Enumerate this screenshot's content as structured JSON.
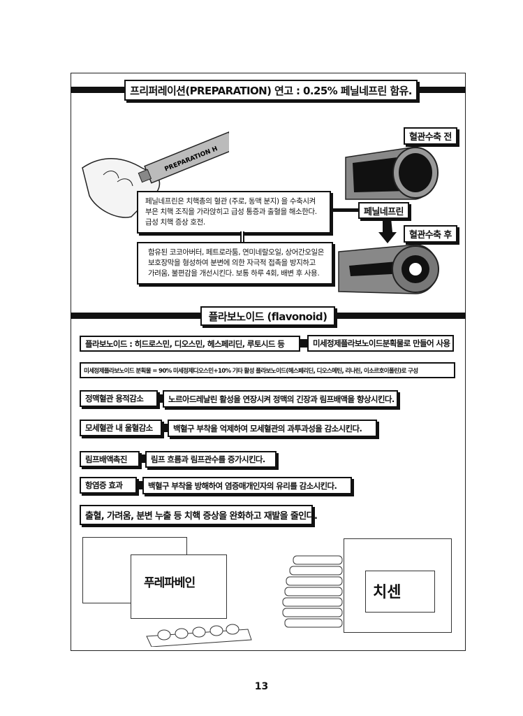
{
  "section1": {
    "title": "프리퍼레이션(PREPARATION) 연고 : 0.25% 페닐네프린 함유.",
    "tube_label": "PREPARATION H",
    "label_before": "혈관수축 전",
    "label_drug": "페닐네프린",
    "label_after": "혈관수축 후",
    "text1": [
      "페닐네프린은 치핵총의 혈관 (주로, 동맥 분지) 을 수축시켜",
      "부은 치핵 조직을 가라앉히고 급성 통증과 출혈을 해소한다.",
      "급성 치핵 증상 호전."
    ],
    "text2": [
      "함유된 코코아버터, 페트로라툼, 연미네랄오일, 상어간오일은",
      "보호장막을 형성하여 분변에 의한 자극적 접촉을 방지하고",
      "가려움, 불편감을 개선시킨다. 보통 하루 4회, 배변 후 사용."
    ]
  },
  "section2": {
    "title": "플라보노이드 (flavonoid)",
    "row1_left": "플라보노이드 :  히드로스민, 디오스민, 헤스페리딘, 루토시드  등",
    "row1_right": "미세정제플라보노이드분획물로 만들어 사용",
    "row2": "미세정제플라보노이드 분획물 = 90% 미세정제디오스민+10% 기타 활성 플라보노이드(헤스페리딘, 디오스메틴, 리나린, 이소르호이폴린)로 구성",
    "effects": [
      {
        "label": "정맥혈관 용적감소",
        "desc": "노르아드레날린 활성을 연장시켜 정맥의 긴장과 림프배액을 향상시킨다."
      },
      {
        "label": "모세혈관 내 울혈감소",
        "desc": "백혈구 부착을 억제하여 모세혈관의 과투과성을 감소시킨다."
      },
      {
        "label": "림프배액촉진",
        "desc": "림프 흐름과  림프관수를 증가시킨다."
      },
      {
        "label": "항염증 효과",
        "desc": "백혈구 부착을 방해하여 염증매개인자의 유리를 감소시킨다."
      }
    ],
    "summary": "출혈, 가려움, 분변 누출 등 치핵 증상을 완화하고 재발을 줄인다.",
    "product1": "푸레파베인",
    "product2": "치센"
  },
  "page_number": "13"
}
